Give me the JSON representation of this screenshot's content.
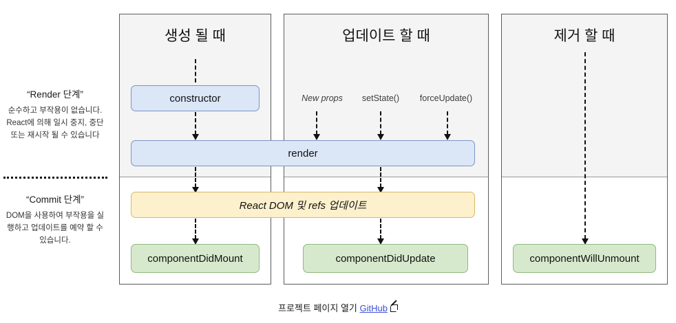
{
  "sidebar": {
    "render_phase": {
      "title": "“Render 단계”",
      "body": "순수하고 부작용이 없습니다. React에 의해 일시 중지, 중단 또는 재시작 될 수 있습니다"
    },
    "commit_phase": {
      "title": "“Commit 단계”",
      "body": "DOM을 사용하여 부작용을 실행하고 업데이트를 예약 할 수 있습니다."
    }
  },
  "columns": [
    {
      "title": "생성 될 때"
    },
    {
      "title": "업데이트 할 때"
    },
    {
      "title": "제거 할 때"
    }
  ],
  "nodes": {
    "constructor": "constructor",
    "render": "render",
    "dom_refs": "React DOM 및 refs 업데이트",
    "did_mount": "componentDidMount",
    "did_update": "componentDidUpdate",
    "will_unmount": "componentWillUnmount"
  },
  "triggers": [
    {
      "label": "New props",
      "italic": true
    },
    {
      "label": "setState()",
      "italic": false
    },
    {
      "label": "forceUpdate()",
      "italic": false
    }
  ],
  "footer": {
    "text": "프로젝트 페이지 열기",
    "link_label": "GitHub",
    "external_icon": "external-link-icon"
  },
  "colors": {
    "blue_fill": "#dbe6f7",
    "blue_border": "#7a96c2",
    "yellow_fill": "#fdf0cd",
    "yellow_border": "#d8b863",
    "green_fill": "#d7e9cd",
    "green_border": "#8fb97a",
    "panel_top_bg": "#f4f4f4",
    "link": "#3b4fd8"
  }
}
